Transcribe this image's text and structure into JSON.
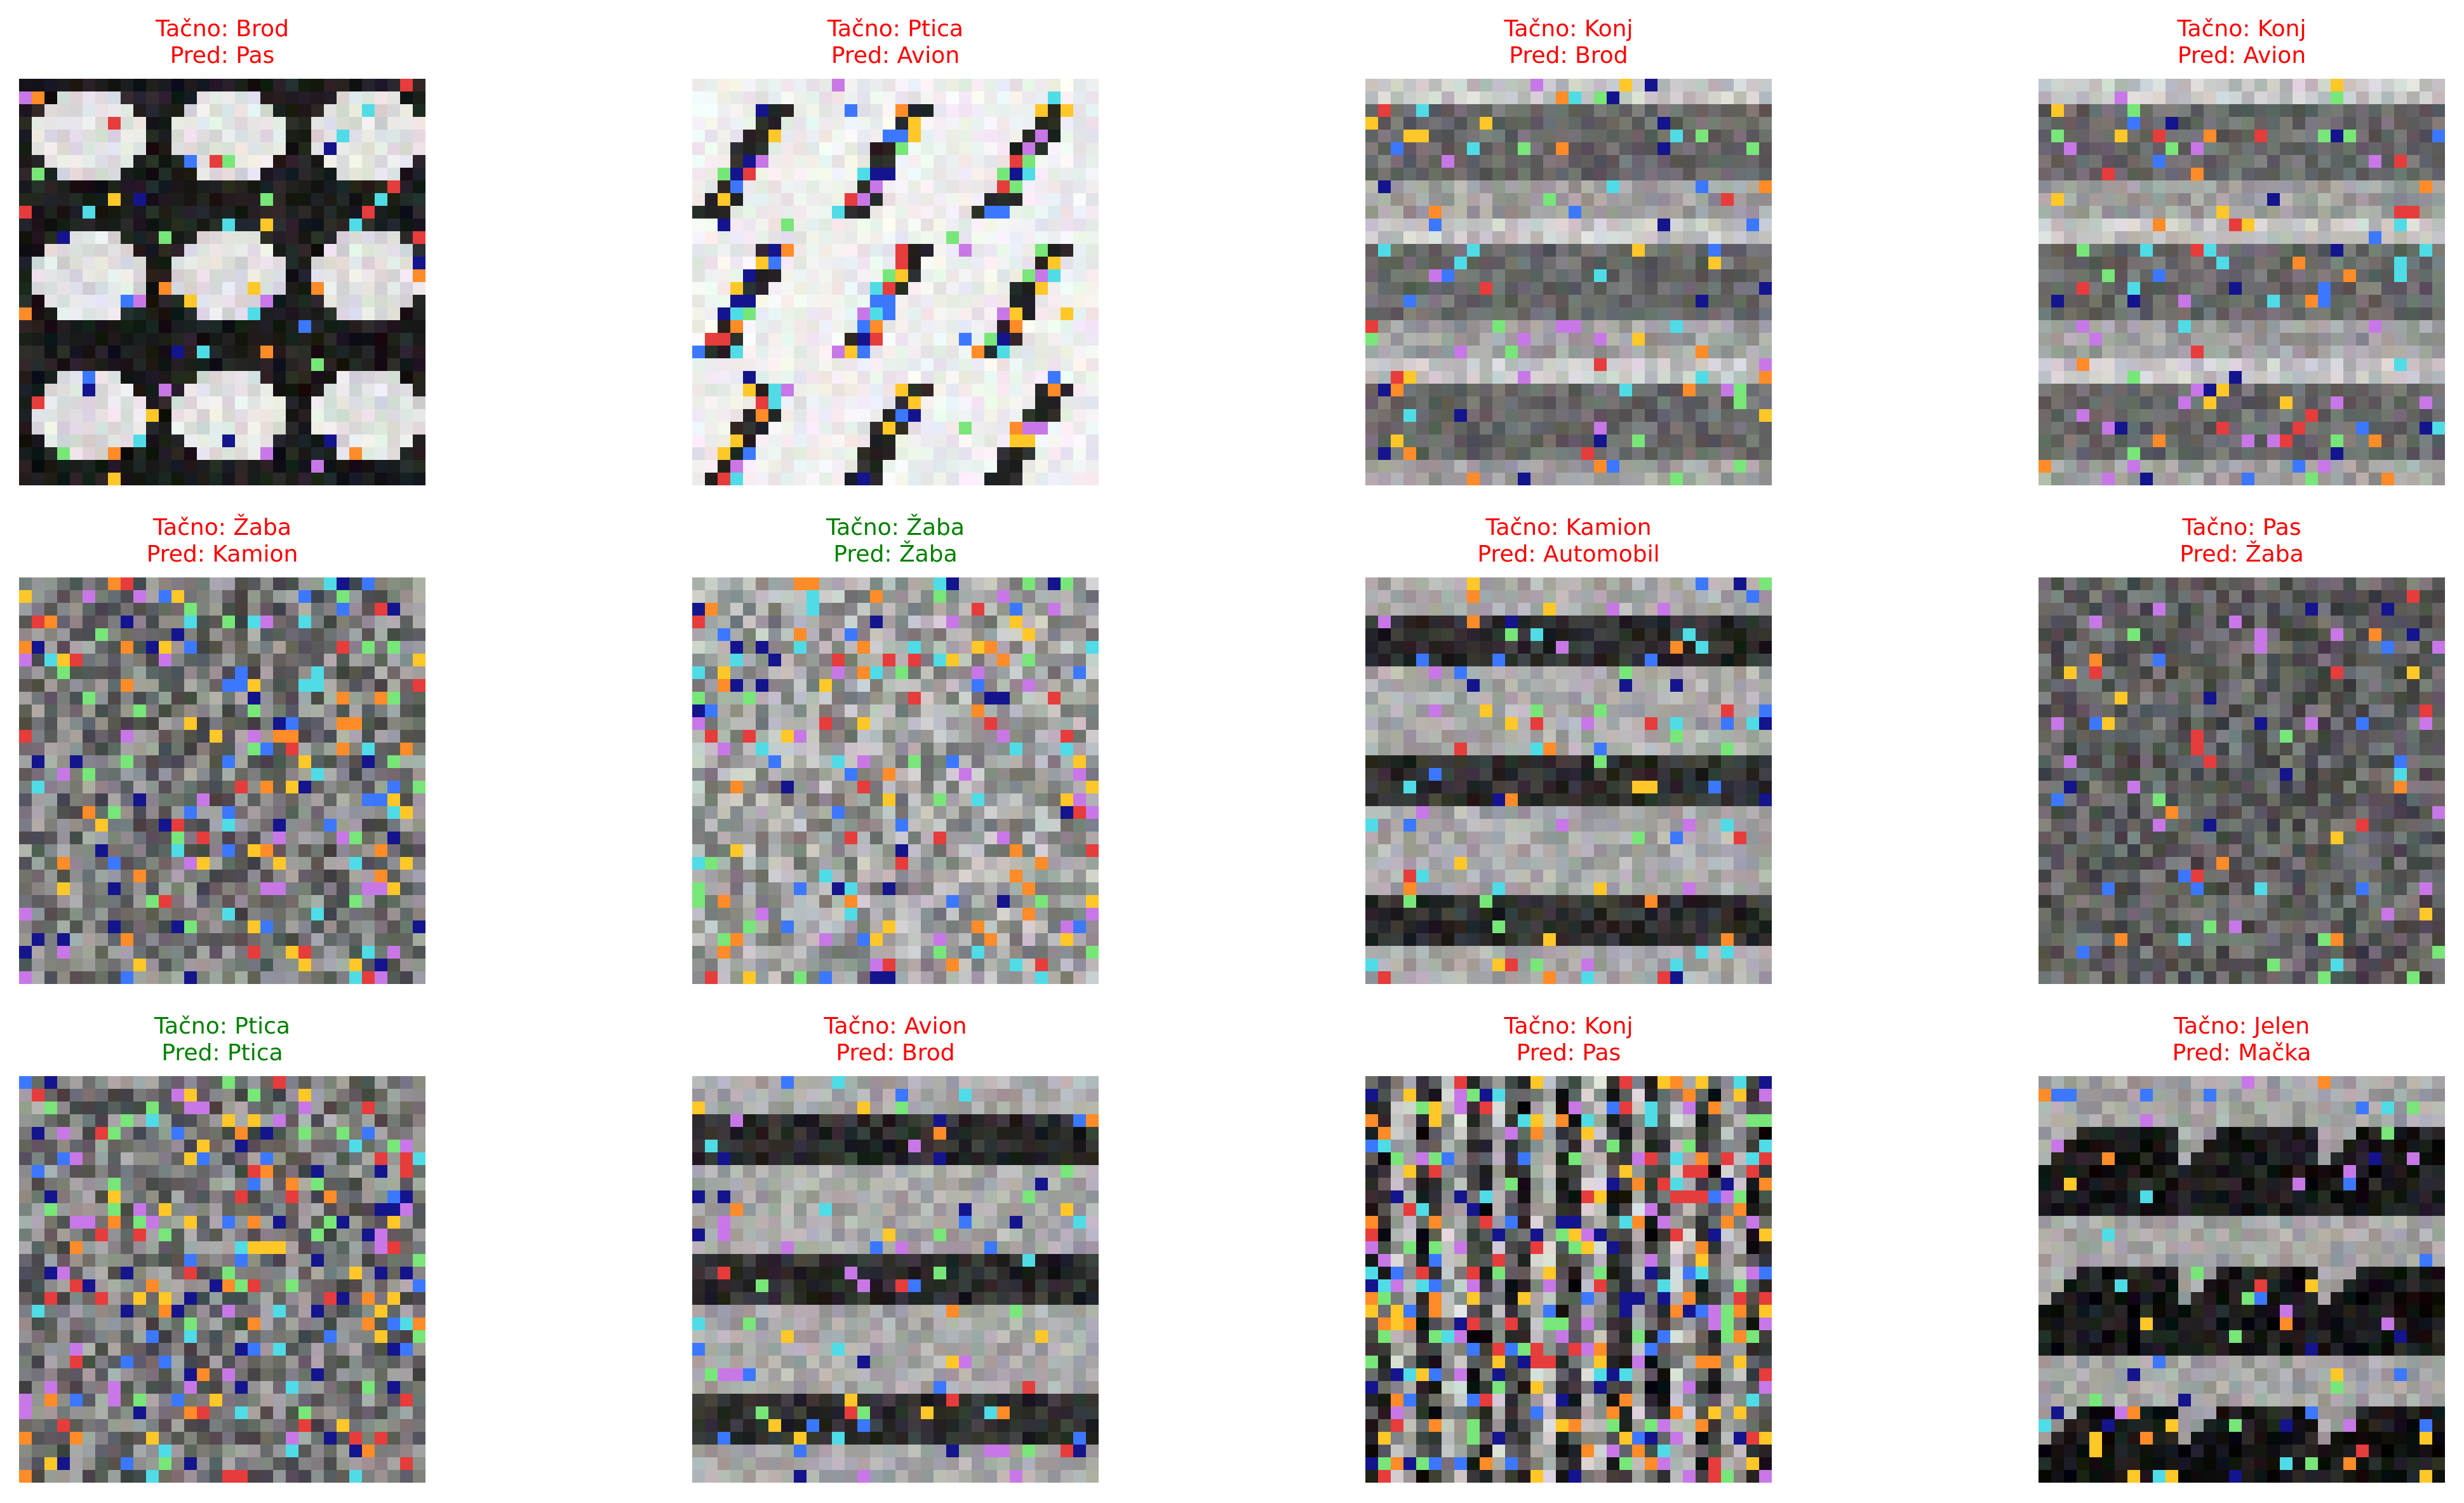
{
  "colors": {
    "correct": "#008000",
    "wrong": "#ff0000"
  },
  "panels": [
    {
      "true_label": "Tačno: Brod",
      "pred_label": "Pred: Pas",
      "correct": false,
      "pattern": "dark-blobs"
    },
    {
      "true_label": "Tačno: Ptica",
      "pred_label": "Pred: Avion",
      "correct": false,
      "pattern": "light-figures"
    },
    {
      "true_label": "Tačno: Konj",
      "pred_label": "Pred: Brod",
      "correct": false,
      "pattern": "gray-bands"
    },
    {
      "true_label": "Tačno: Konj",
      "pred_label": "Pred: Avion",
      "correct": false,
      "pattern": "gray-bands"
    },
    {
      "true_label": "Tačno: Žaba",
      "pred_label": "Pred: Kamion",
      "correct": false,
      "pattern": "noisy"
    },
    {
      "true_label": "Tačno: Žaba",
      "pred_label": "Pred: Žaba",
      "correct": true,
      "pattern": "noisy-light"
    },
    {
      "true_label": "Tačno: Kamion",
      "pred_label": "Pred: Automobil",
      "correct": false,
      "pattern": "dark-bands"
    },
    {
      "true_label": "Tačno: Pas",
      "pred_label": "Pred: Žaba",
      "correct": false,
      "pattern": "noisy-dark"
    },
    {
      "true_label": "Tačno: Ptica",
      "pred_label": "Pred: Ptica",
      "correct": true,
      "pattern": "noisy"
    },
    {
      "true_label": "Tačno: Avion",
      "pred_label": "Pred: Brod",
      "correct": false,
      "pattern": "dark-bands"
    },
    {
      "true_label": "Tačno: Konj",
      "pred_label": "Pred: Pas",
      "correct": false,
      "pattern": "vivid"
    },
    {
      "true_label": "Tačno: Jelen",
      "pred_label": "Pred: Mačka",
      "correct": false,
      "pattern": "dark-triangles"
    }
  ]
}
